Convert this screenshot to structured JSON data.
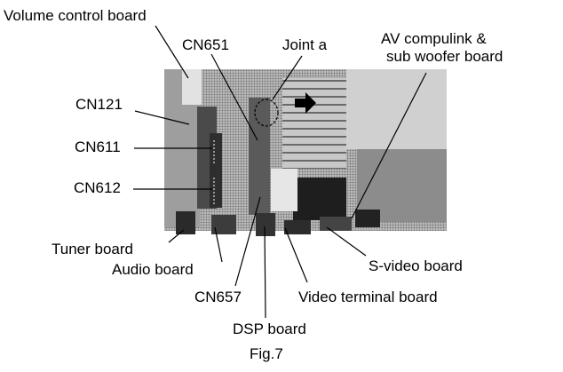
{
  "figure": {
    "caption": "Fig.7",
    "photo_description": "Halftone photograph of the chassis interior (grayscale)",
    "arrow_direction": "right"
  },
  "labels": {
    "volume_control_board": "Volume control board",
    "cn651": "CN651",
    "joint_a": "Joint a",
    "av_compulink_line1": "AV compulink &",
    "av_compulink_line2": "sub woofer board",
    "cn121": "CN121",
    "cn611": "CN611",
    "cn612": "CN612",
    "tuner_board": "Tuner board",
    "audio_board": "Audio board",
    "cn657": "CN657",
    "dsp_board": "DSP board",
    "s_video_board": "S-video board",
    "video_terminal_board": "Video terminal board"
  },
  "colors": {
    "line": "#000000",
    "photo_dark": "#3a3a3a",
    "photo_mid": "#8a8a8a",
    "photo_light": "#d4d4d4"
  }
}
